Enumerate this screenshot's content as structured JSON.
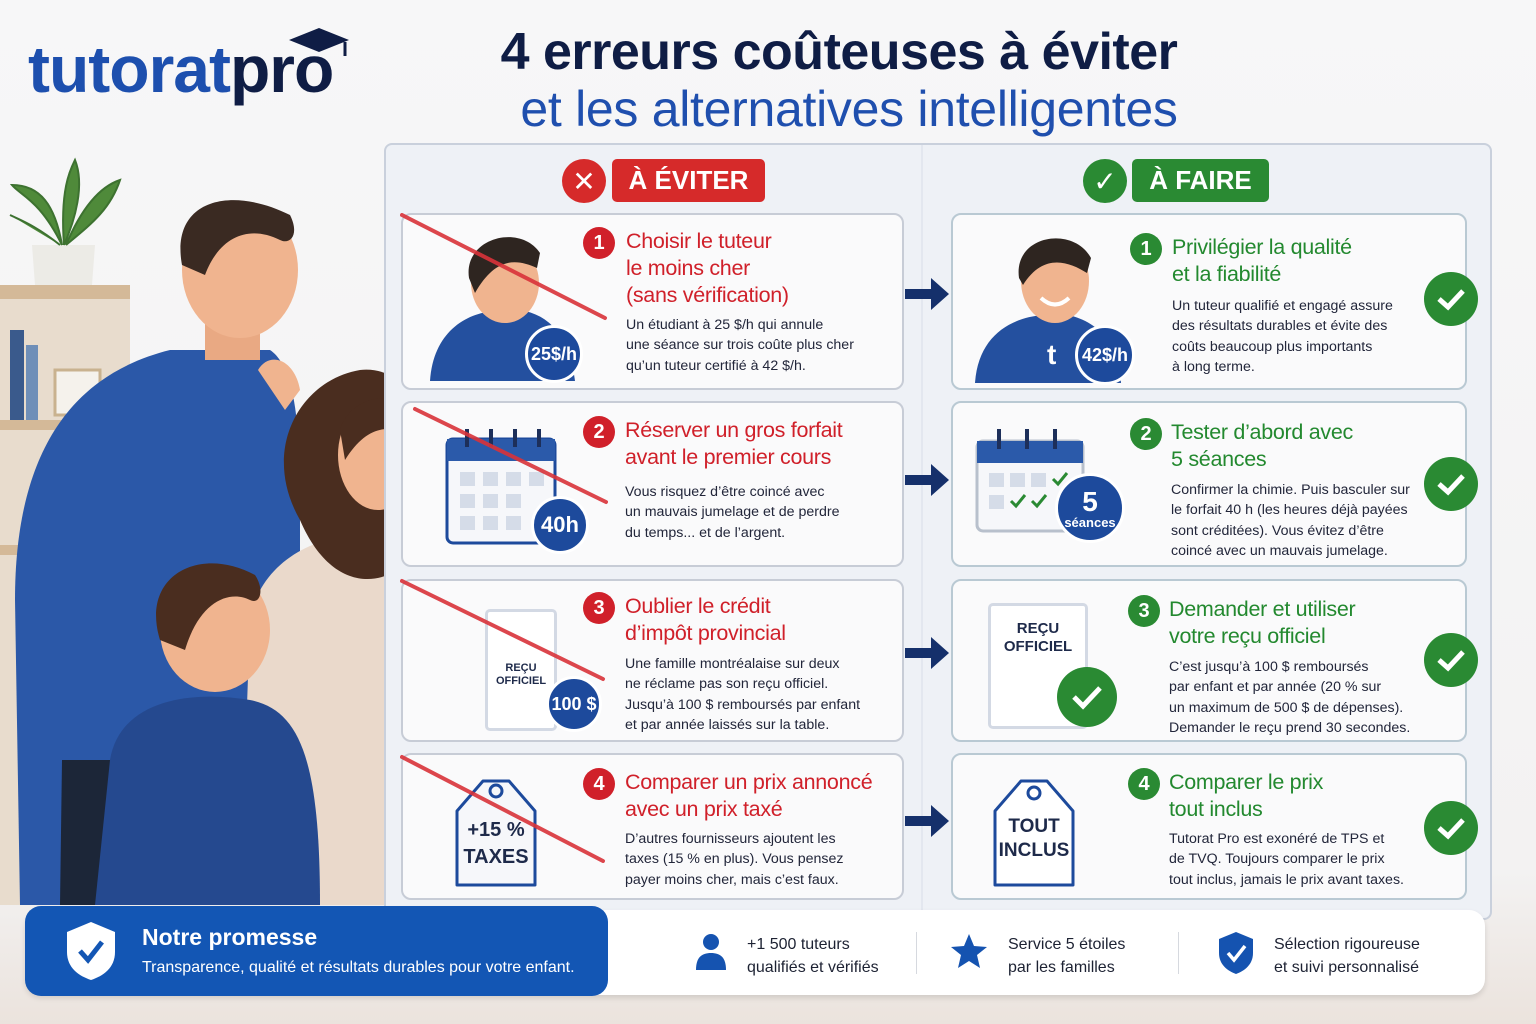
{
  "logo": {
    "part1": "tutorat",
    "part2": "pro"
  },
  "title": {
    "line1": "4 erreurs coûteuses à éviter",
    "line2": "et les alternatives intelligentes"
  },
  "columns": {
    "avoid": {
      "label": "À ÉVITER",
      "color": "#d62a2a",
      "icon": "x-icon"
    },
    "do": {
      "label": "À FAIRE",
      "color": "#2a8a33",
      "icon": "check-icon"
    }
  },
  "avoid": [
    {
      "number": "1",
      "title": "Choisir le tuteur\nle moins cher\n(sans vérification)",
      "body": "Un étudiant à 25 $/h qui annule\nune séance sur trois coûte plus cher\nqu’un tuteur certifié à 42 $/h.",
      "badge": "25$/h",
      "icon": "student-icon"
    },
    {
      "number": "2",
      "title": "Réserver un gros forfait\navant le premier cours",
      "body": "Vous risquez d’être coincé avec\nun mauvais jumelage et de perdre\ndu temps... et de l’argent.",
      "badge": "40h",
      "icon": "calendar-icon"
    },
    {
      "number": "3",
      "title": "Oublier le crédit\nd’impôt provincial",
      "body": "Une famille montréalaise sur deux\nne réclame pas son reçu officiel.\nJusqu’à 100 $ remboursés par enfant\net par année laissés sur la table.",
      "badge": "100 $",
      "receipt": "REÇU\nOFFICIEL",
      "icon": "receipt-icon"
    },
    {
      "number": "4",
      "title": "Comparer un prix annoncé\navec un prix taxé",
      "body": "D’autres fournisseurs ajoutent les\ntaxes (15 % en plus). Vous pensez\npayer moins cher, mais c’est faux.",
      "tag": "+15 %\nTAXES",
      "icon": "price-tag-icon"
    }
  ],
  "do": [
    {
      "number": "1",
      "title": "Privilégier la qualité\net la fiabilité",
      "body": "Un tuteur qualifié et engagé assure\ndes résultats durables et évite des\ncoûts beaucoup plus importants\nà long terme.",
      "badge": "42$/h",
      "shirt_logo": "t",
      "icon": "tutor-icon"
    },
    {
      "number": "2",
      "title": "Tester d’abord avec\n5 séances",
      "body": "Confirmer la chimie. Puis basculer sur\nle forfait 40 h (les heures déjà payées\nsont créditées). Vous évitez d’être\ncoincé avec un mauvais jumelage.",
      "badge_number": "5",
      "badge_label": "séances",
      "icon": "calendar-check-icon"
    },
    {
      "number": "3",
      "title": "Demander et utiliser\nvotre reçu officiel",
      "body": "C’est jusqu’à 100 $ remboursés\npar enfant et par année (20 % sur\nun maximum de 500 $ de dépenses).\nDemander le reçu prend 30 secondes.",
      "receipt": "REÇU\nOFFICIEL",
      "icon": "receipt-check-icon"
    },
    {
      "number": "4",
      "title": "Comparer le prix\ntout inclus",
      "body": "Tutorat Pro est exonéré de TPS et\nde TVQ. Toujours comparer le prix\ntout inclus, jamais le prix avant taxes.",
      "tag": "TOUT\nINCLUS",
      "icon": "price-tag-icon"
    }
  ],
  "promise": {
    "title": "Notre promesse",
    "text": "Transparence, qualité et résultats durables pour votre enfant.",
    "icon": "shield-check-icon"
  },
  "stats": [
    {
      "text": "+1 500 tuteurs\nqualifiés et vérifiés",
      "icon": "person-icon"
    },
    {
      "text": "Service 5 étoiles\npar les familles",
      "icon": "star-icon"
    },
    {
      "text": "Sélection rigoureuse\net suivi personnalisé",
      "icon": "shield-check-icon"
    }
  ],
  "colors": {
    "navy": "#0f1d45",
    "blue": "#1f4fae",
    "red": "#d0202a",
    "green": "#23892f"
  }
}
